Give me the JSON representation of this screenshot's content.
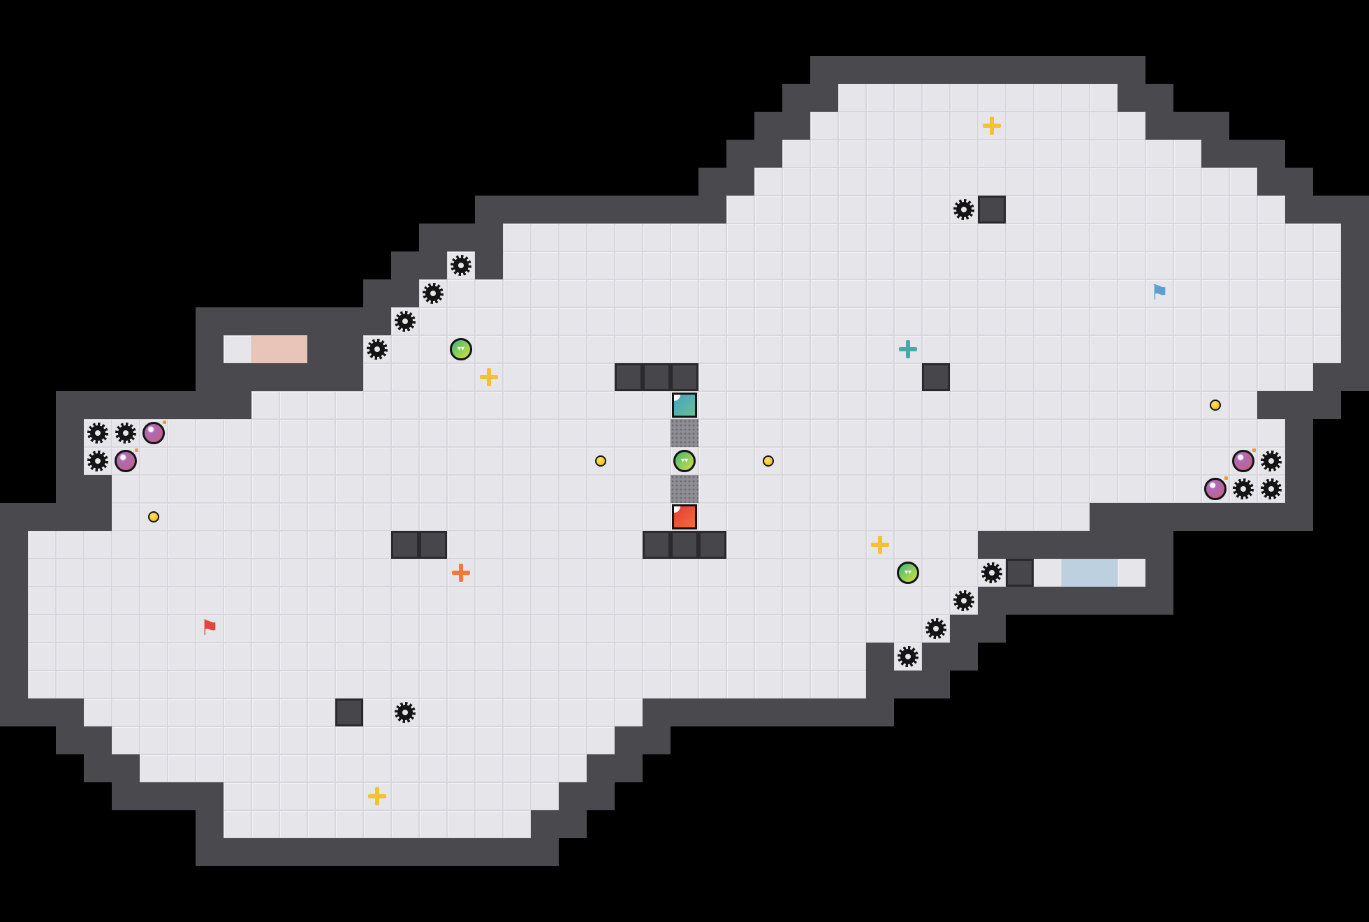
{
  "level": {
    "entities": {
      "saw_blades": {
        "count": 16,
        "color": "#141414"
      },
      "bombs": {
        "count": 4,
        "color": "#b06bb8"
      },
      "green_balls": {
        "count": 3,
        "color": "#3cb87a"
      },
      "coins": {
        "count": 4,
        "color": "#f0b400"
      },
      "plus_markers": [
        {
          "color": "#f2c233"
        },
        {
          "color": "#f2c233"
        },
        {
          "color": "#f2c233"
        },
        {
          "color": "#f2c233"
        },
        {
          "color": "#f07a3c"
        },
        {
          "color": "#4aa8a8"
        }
      ],
      "flags": [
        {
          "team": "red",
          "color": "#e2453c"
        },
        {
          "team": "blue",
          "color": "#5aa0d0"
        }
      ],
      "gate": {
        "top_box_color": "#4aa0c8",
        "bottom_box_color": "#e83838"
      }
    },
    "colors": {
      "floor": "#e6e6ea",
      "wall": "#49494e",
      "background": "#000000",
      "red_zone": "#e9c4b8",
      "blue_zone": "#bcd0e0"
    }
  }
}
